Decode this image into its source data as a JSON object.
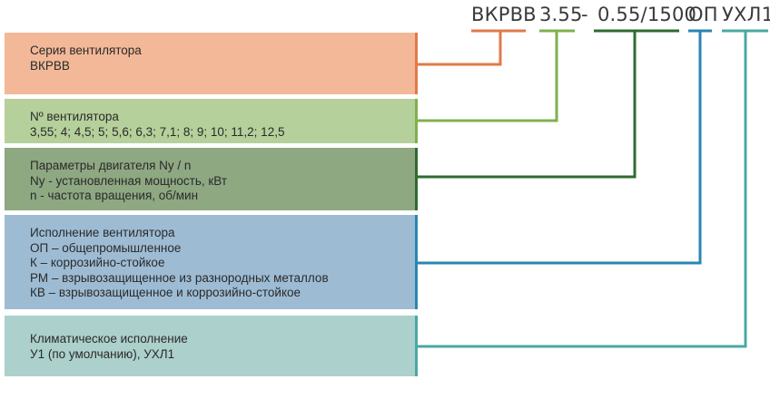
{
  "designation": {
    "series": "ВКРВВ",
    "number": "3.55",
    "dash": "-",
    "motor": "0.55/1500",
    "execution": "ОП",
    "climate": "УХЛ1"
  },
  "boxes": [
    {
      "lines": [
        "Серия вентилятора",
        "ВКРВВ"
      ],
      "color": "#f2b898",
      "edge": "#e07a4a"
    },
    {
      "lines": [
        "Nº вентилятора",
        "3,55; 4; 4,5; 5; 5,6; 6,3; 7,1; 8; 9; 10; 11,2; 12,5"
      ],
      "color": "#b5d09a",
      "edge": "#7fb04e"
    },
    {
      "lines": [
        "Параметры двигателя Ny / n",
        "Ny - установленная мощность, кВт",
        "n  - частота вращения, об/мин"
      ],
      "color": "#8ea882",
      "edge": "#2e6b30"
    },
    {
      "lines": [
        "Исполнение вентилятора",
        "ОП – общепромышленное",
        "К – коррозийно-стойкое",
        "РМ – взрывозащищенное из разнородных металлов",
        "КВ – взрывозащищенное и коррозийно-стойкое"
      ],
      "color": "#9dbcd4",
      "edge": "#2a86b0"
    },
    {
      "lines": [
        "Климатическое исполнение",
        "У1 (по умолчанию), УХЛ1"
      ],
      "color": "#acd0cc",
      "edge": "#4aa8a2"
    }
  ],
  "connector_colors": [
    "#e07a4a",
    "#7fb04e",
    "#2e6b30",
    "#2a86b0",
    "#4aa8a2"
  ]
}
